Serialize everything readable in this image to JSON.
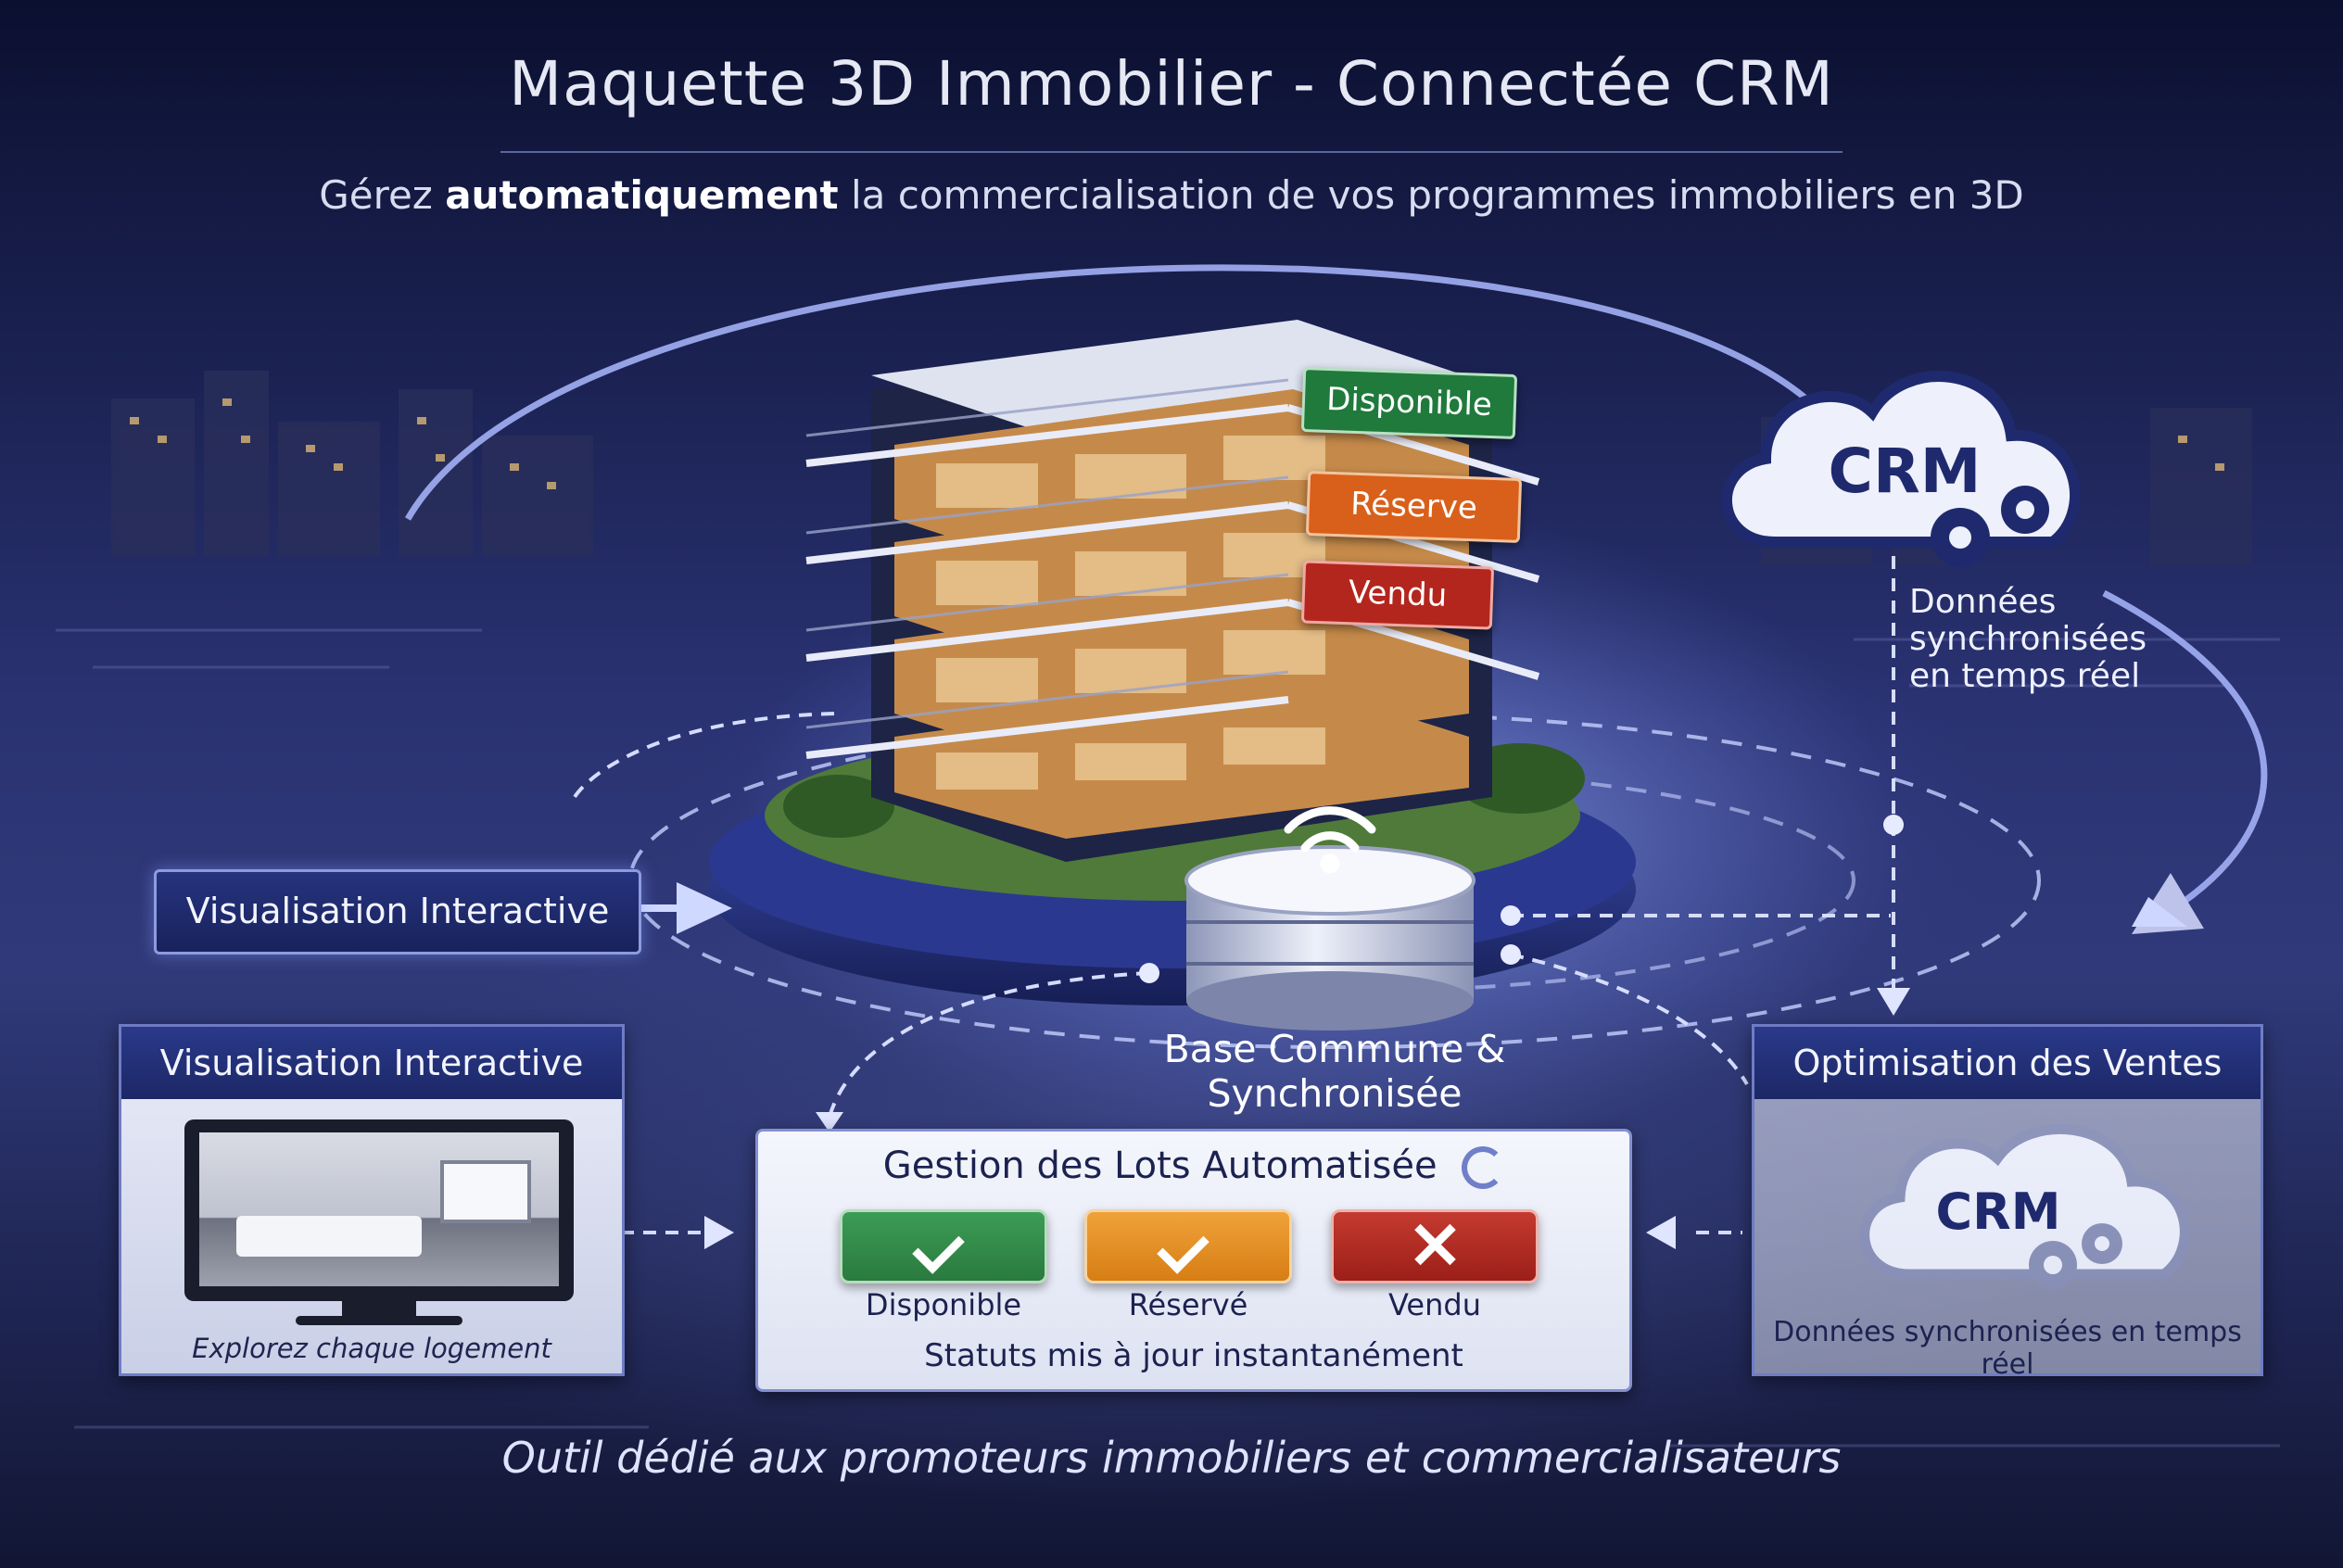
{
  "header": {
    "title": "Maquette 3D Immobilier - Connectée CRM",
    "subtitle_pre": "Gérez ",
    "subtitle_bold": "automatiquement",
    "subtitle_post": " la commercialisation de vos programmes immobiliers en 3D"
  },
  "building": {
    "tags": [
      "Disponible",
      "Réserve",
      "Vendu"
    ]
  },
  "crm_top": {
    "label": "CRM",
    "caption": [
      "Données",
      "synchronisées",
      "en temps réel"
    ]
  },
  "arrow_label": "Visualisation Interactive",
  "database": {
    "caption_line1": "Base Commune &",
    "caption_line2": "Synchronisée"
  },
  "panel_left": {
    "title": "Visualisation Interactive",
    "caption": "Explorez chaque logement"
  },
  "panel_center": {
    "title": "Gestion des Lots Automatisée",
    "statuses": [
      {
        "label": "Disponible",
        "color": "#2e8a45",
        "icon": "check-icon"
      },
      {
        "label": "Réservé",
        "color": "#e08a1c",
        "icon": "check-icon"
      },
      {
        "label": "Vendu",
        "color": "#b3261e",
        "icon": "cross-icon"
      }
    ],
    "footer": "Statuts mis à jour instantanément"
  },
  "panel_right": {
    "title": "Optimisation des Ventes",
    "crm_label": "CRM",
    "caption": "Données synchronisées en temps réel"
  },
  "tagline": "Outil dédié aux promoteurs immobiliers et commercialisateurs",
  "colors": {
    "available": "#2e8a45",
    "reserved": "#e08a1c",
    "sold": "#b3261e",
    "navy": "#1c2766"
  }
}
